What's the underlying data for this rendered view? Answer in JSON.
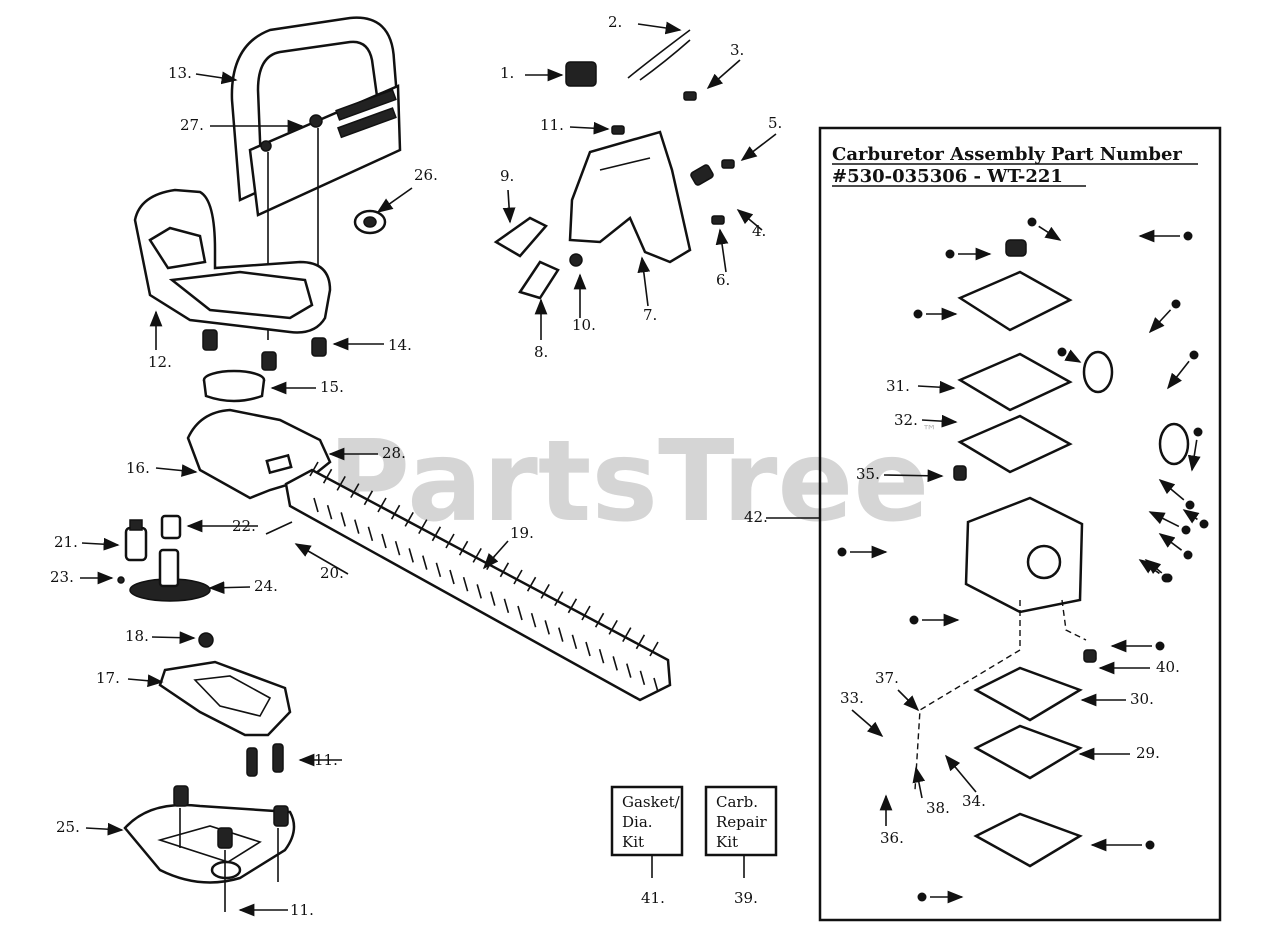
{
  "watermark": "PartsTree",
  "trademark": "™",
  "carb_box": {
    "title_line1": "Carburetor Assembly Part Number",
    "title_line2": "#530-035306 - WT-221"
  },
  "kits": [
    {
      "lines": [
        "Gasket/",
        "Dia.",
        "Kit"
      ],
      "number": "41."
    },
    {
      "lines": [
        "Carb.",
        "Repair",
        "Kit"
      ],
      "number": "39."
    }
  ],
  "callouts": [
    "1.",
    "2.",
    "3.",
    "4.",
    "5.",
    "6.",
    "7.",
    "8.",
    "9.",
    "10.",
    "11.",
    "11.",
    "11.",
    "12.",
    "13.",
    "14.",
    "15.",
    "16.",
    "17.",
    "18.",
    "19.",
    "20.",
    "21.",
    "22.",
    "23.",
    "24.",
    "25.",
    "26.",
    "27.",
    "28.",
    "29.",
    "30.",
    "31.",
    "32.",
    "33.",
    "34.",
    "35.",
    "36.",
    "37.",
    "38.",
    "40.",
    "42."
  ]
}
